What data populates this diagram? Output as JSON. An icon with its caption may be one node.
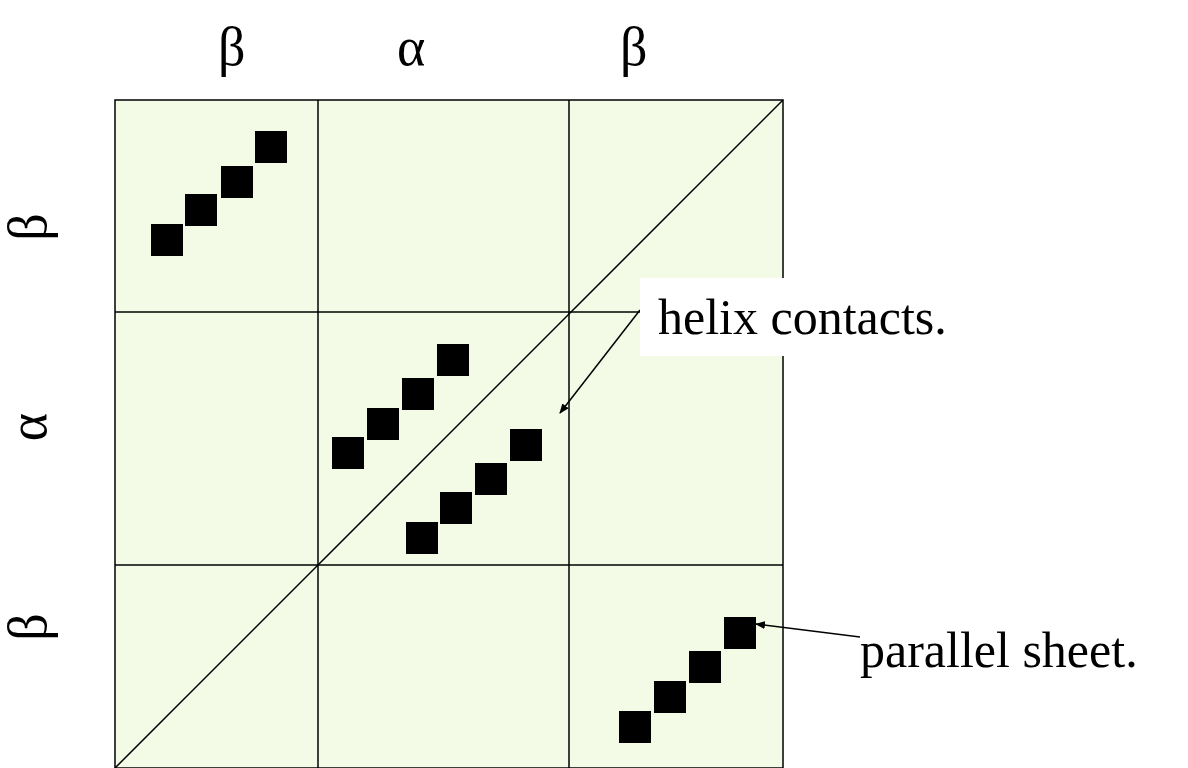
{
  "diagram": {
    "nodes": [
      {
        "text": [
          "helix contacts."
        ]
      },
      {
        "text": [
          "parallel sheet."
        ]
      }
    ],
    "edges": [
      {
        "from": 0,
        "to": null,
        "arrow": "to"
      },
      {
        "from": 1,
        "to": null,
        "arrow": "to"
      }
    ],
    "labels": [
      "β",
      "α",
      "β",
      "β",
      "α",
      "β"
    ]
  }
}
